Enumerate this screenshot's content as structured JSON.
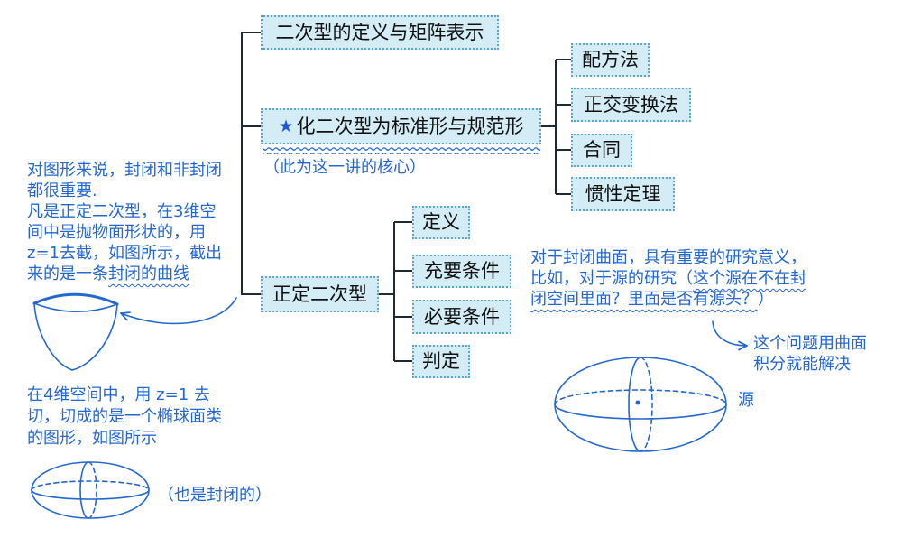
{
  "colors": {
    "box_fill": "#d3ecf6",
    "box_border": "#5ea4c6",
    "line": "#1f2a36",
    "annotation": "#2468cf",
    "star": "#1e5bd3"
  },
  "mindmap": {
    "definition": {
      "label": "二次型的定义与矩阵表示"
    },
    "standard_form": {
      "star_icon": "★",
      "label": "化二次型为标准形与规范形",
      "note": "（此为这一讲的核心）",
      "methods": [
        "配方法",
        "正交变换法",
        "合同",
        "惯性定理"
      ]
    },
    "positive_definite": {
      "label": "正定二次型",
      "items": [
        "定义",
        "充要条件",
        "必要条件",
        "判定"
      ]
    }
  },
  "notes": {
    "paraboloid": [
      {
        "text": "对图形来说，封闭和非封闭"
      },
      {
        "text": "都很重要."
      },
      {
        "text": "凡是正定二次型，在3维空"
      },
      {
        "text": "间中是抛物面形状的，用"
      },
      {
        "text": "z=1去截，如图所示，截出"
      },
      {
        "text": "来的是一条",
        "emphasis": "封闭的曲线"
      }
    ],
    "ellipsoid": [
      {
        "text": "在4维空间中，用 z=1 去"
      },
      {
        "text": "切，切成的是一个椭球面类"
      },
      {
        "text": "的图形，如图所示"
      }
    ],
    "ellipsoid_closed": "（也是封闭的）",
    "closed_surface": [
      {
        "text": "对于封闭曲面，具有重要的研究意义，"
      },
      {
        "text": "比如，对于源的研究（",
        "emphasis": "这个源在不在封"
      },
      {
        "emphasis": "闭空间里面？里面是否有源头？",
        "tail": "）"
      }
    ],
    "surface_integral": [
      "这个问题用曲面",
      "积分就能解决"
    ],
    "source_label": "源"
  }
}
